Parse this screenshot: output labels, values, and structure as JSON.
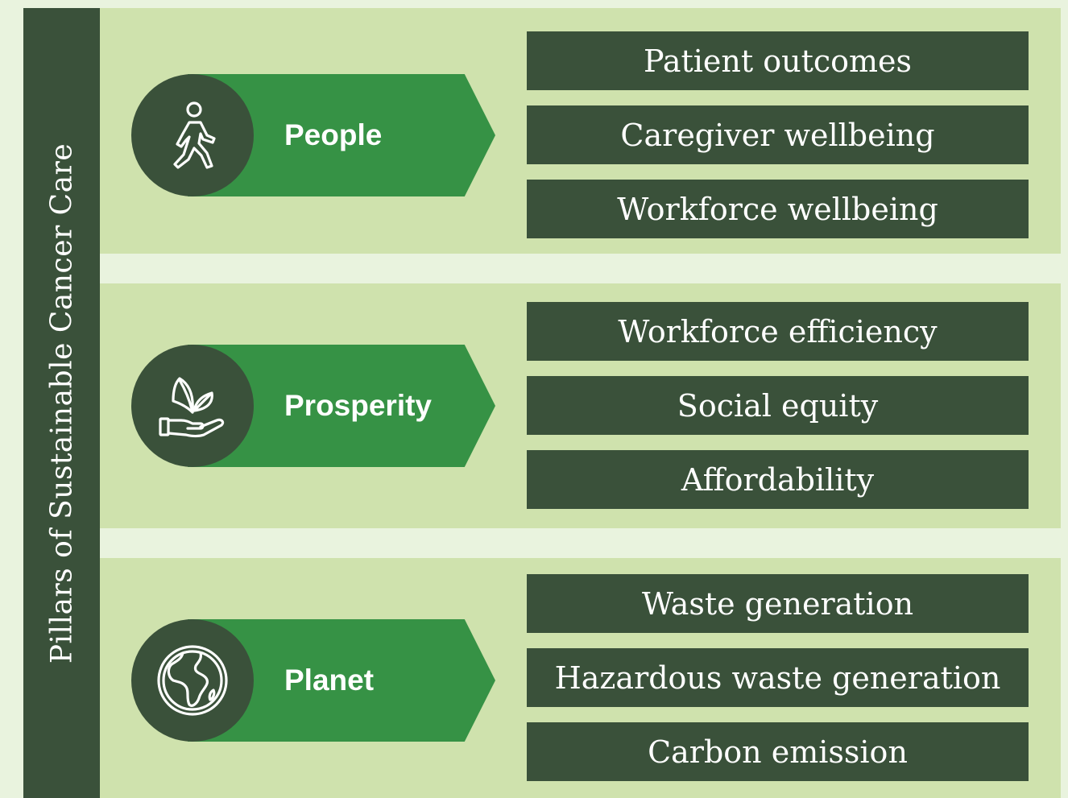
{
  "title": "Pillars of Sustainable Cancer Care",
  "pillars": [
    {
      "label": "People",
      "icon": "walking-person-icon",
      "items": [
        "Patient outcomes",
        "Caregiver wellbeing",
        "Workforce wellbeing"
      ]
    },
    {
      "label": "Prosperity",
      "icon": "hand-with-sprout-icon",
      "items": [
        "Workforce efficiency",
        "Social equity",
        "Affordability"
      ]
    },
    {
      "label": "Planet",
      "icon": "globe-icon",
      "items": [
        "Waste generation",
        "Hazardous waste generation",
        "Carbon emission"
      ]
    }
  ],
  "colors": {
    "background": "#e9f3de",
    "band": "#cfe2ad",
    "dark_green": "#3a513a",
    "arrow_green": "#369245",
    "text": "#ffffff"
  }
}
